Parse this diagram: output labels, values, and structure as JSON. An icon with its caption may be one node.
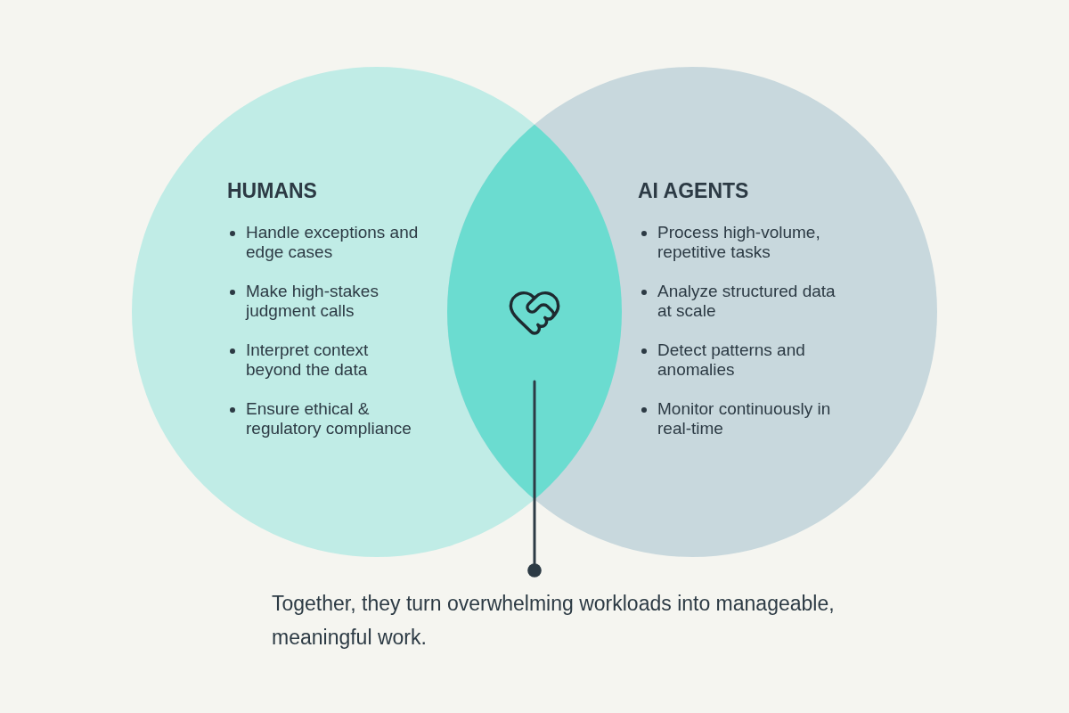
{
  "diagram": {
    "nodes": [
      {
        "text": [
          "HUMANS",
          "Handle exceptions and edge cases",
          "Make high-stakes judgment calls",
          "Interpret context beyond the data",
          "Ensure ethical & regulatory compliance"
        ]
      },
      {
        "text": [
          "AI AGENTS",
          "Process high-volume, repetitive tasks",
          "Analyze structured data at scale",
          "Detect patterns and anomalies",
          "Monitor continuously in real-time"
        ]
      },
      {
        "text": [
          "Together, they turn overwhelming workloads into manageable, meaningful work."
        ]
      },
      {
        "text": [],
        "shape": "lens"
      }
    ],
    "edges": [
      {
        "from": 2,
        "to": 3,
        "arrow": "other"
      }
    ]
  }
}
